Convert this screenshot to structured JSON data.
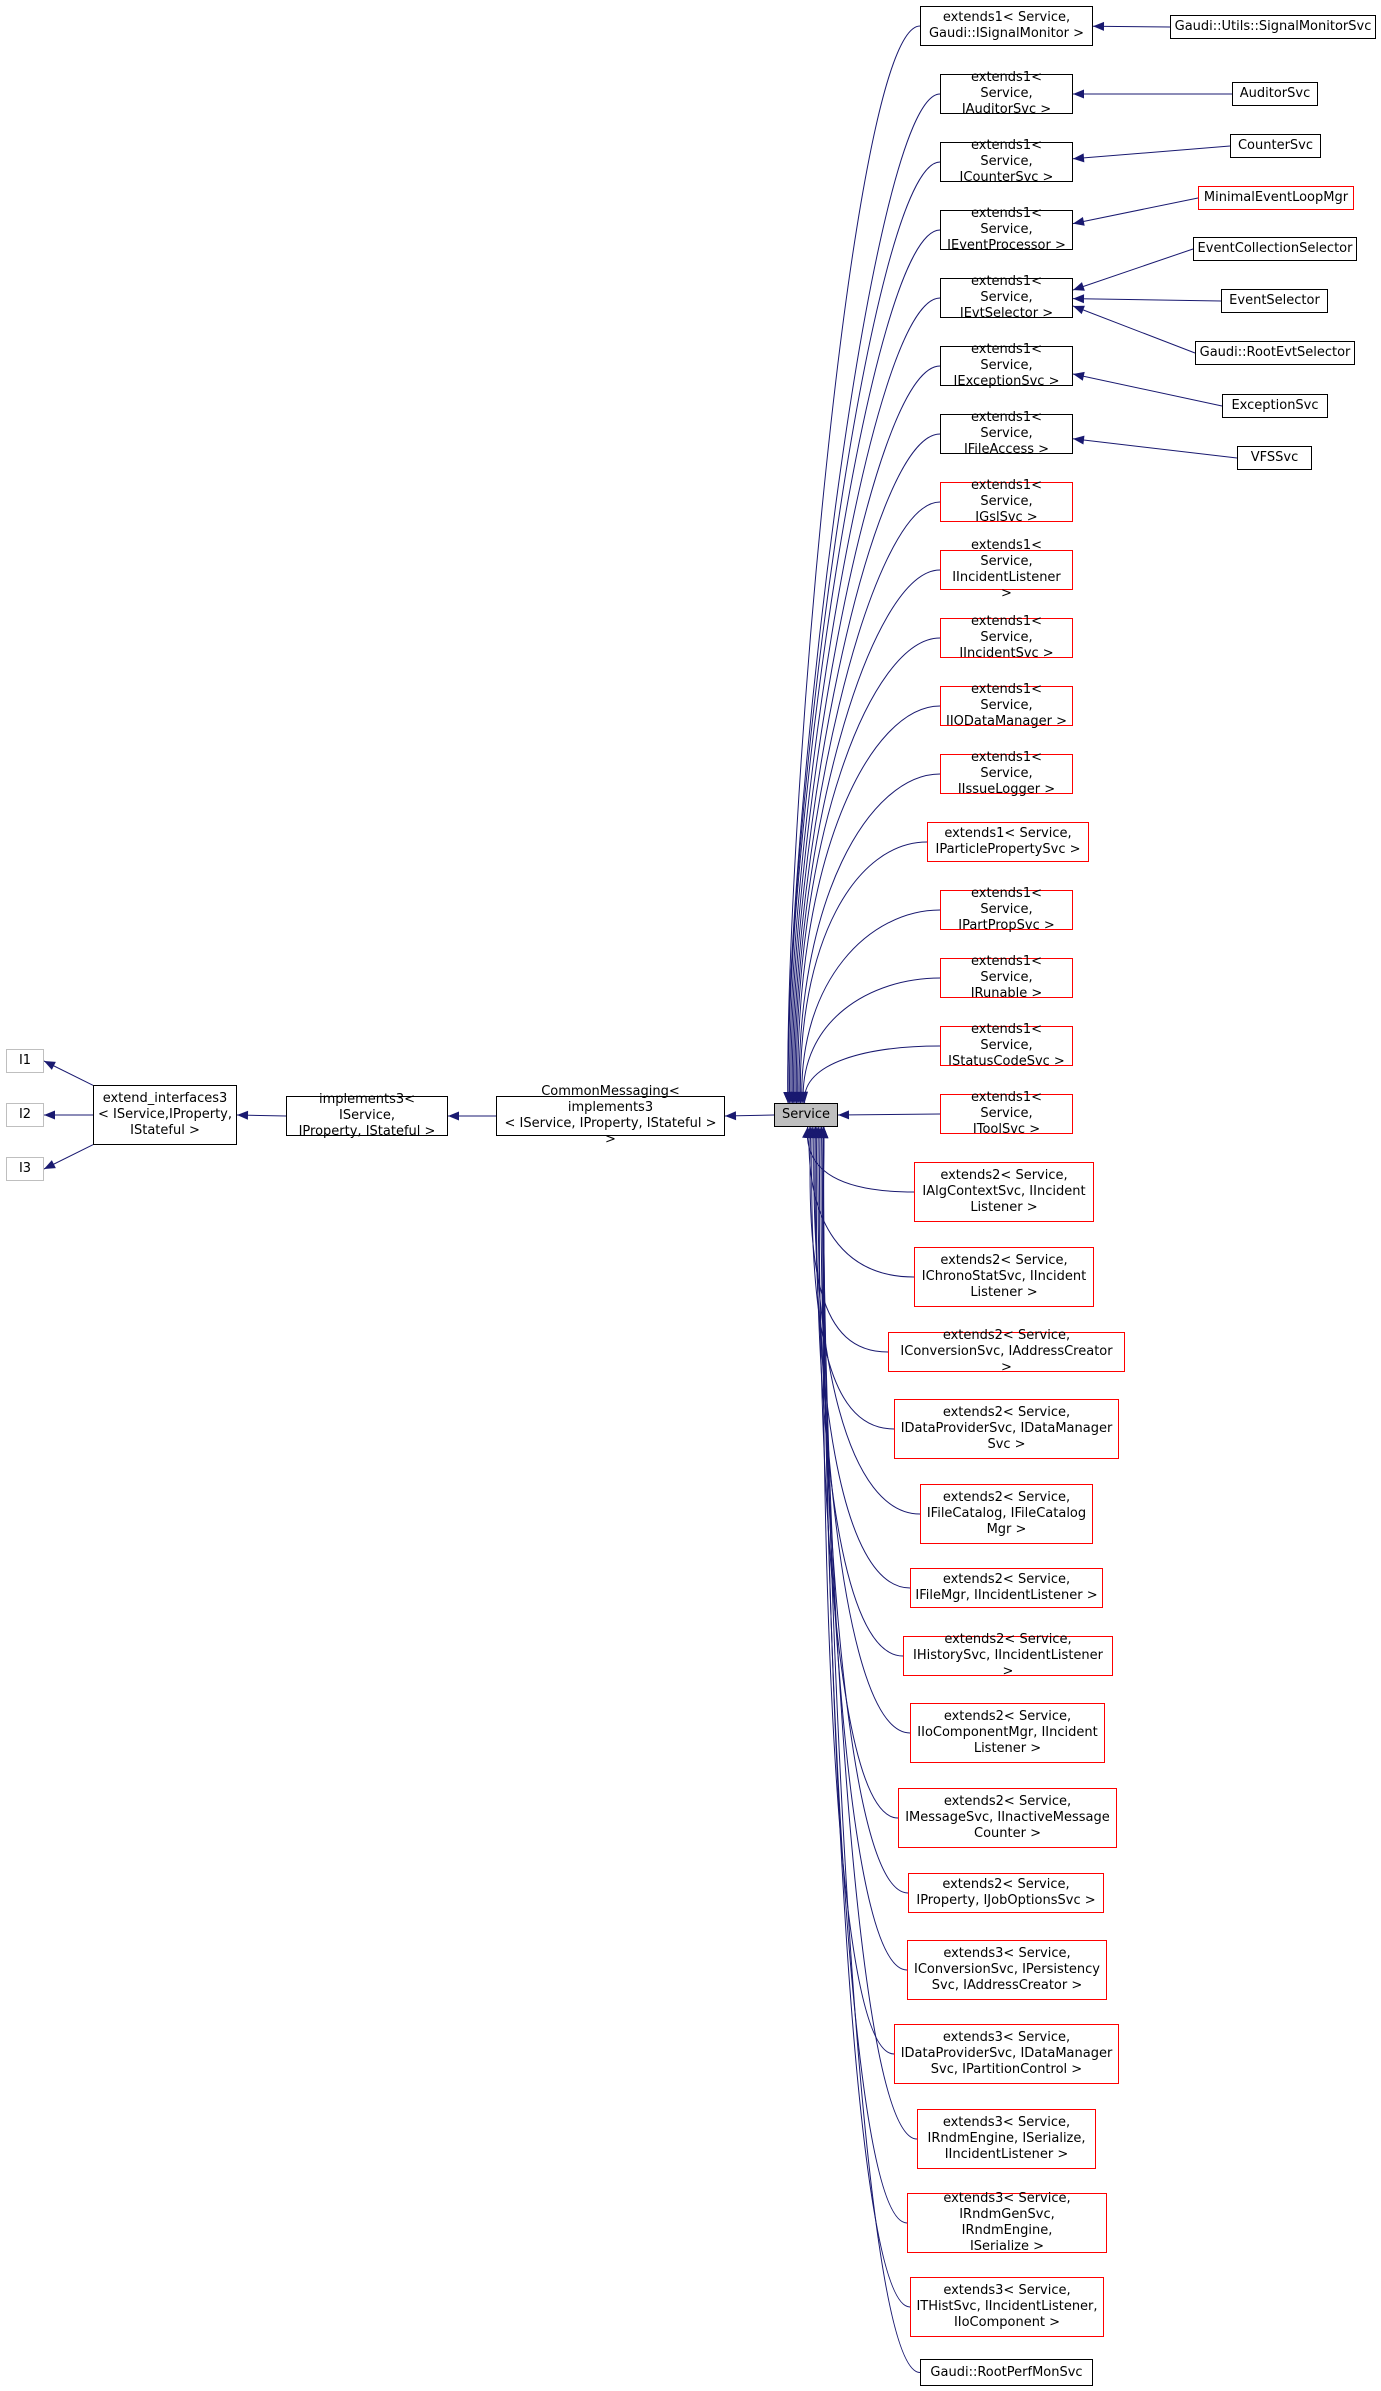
{
  "colors": {
    "edge": "#191970",
    "arrow": "#191970",
    "documented_border": "#000000",
    "undocumented_border": "#ff0000",
    "external_border": "#bfbfbf",
    "focus_fill": "#bfbfbf"
  },
  "nodes": {
    "i1": "I1",
    "i2": "I2",
    "i3": "I3",
    "extend_interfaces3": "extend_interfaces3\n< IService,IProperty,\nIStateful >",
    "implements3": "implements3< IService,\nIProperty, IStateful >",
    "common_messaging": "CommonMessaging< implements3\n< IService, IProperty, IStateful > >",
    "service": "Service",
    "ext_signal_monitor": "extends1< Service,\nGaudi::ISignalMonitor >",
    "ext_auditor": "extends1< Service,\nIAuditorSvc >",
    "ext_counter": "extends1< Service,\nICounterSvc >",
    "ext_event_processor": "extends1< Service,\nIEventProcessor >",
    "ext_evt_selector": "extends1< Service,\nIEvtSelector >",
    "ext_exception": "extends1< Service,\nIExceptionSvc >",
    "ext_file_access": "extends1< Service,\nIFileAccess >",
    "ext_gsl": "extends1< Service,\nIGslSvc >",
    "ext_incident_listener": "extends1< Service,\nIIncidentListener >",
    "ext_incident_svc": "extends1< Service,\nIIncidentSvc >",
    "ext_io_data_manager": "extends1< Service,\nIIODataManager >",
    "ext_issue_logger": "extends1< Service,\nIIssueLogger >",
    "ext_particle_property": "extends1< Service,\nIParticlePropertySvc >",
    "ext_part_prop": "extends1< Service,\nIPartPropSvc >",
    "ext_runable": "extends1< Service,\nIRunable >",
    "ext_status_code": "extends1< Service,\nIStatusCodeSvc >",
    "ext_tool_svc": "extends1< Service,\nIToolSvc >",
    "ext2_alg_context": "extends2< Service,\nIAlgContextSvc, IIncident\nListener >",
    "ext2_chrono_stat": "extends2< Service,\nIChronoStatSvc, IIncident\nListener >",
    "ext2_conversion": "extends2< Service,\nIConversionSvc, IAddressCreator >",
    "ext2_data_provider": "extends2< Service,\nIDataProviderSvc, IDataManager\nSvc >",
    "ext2_file_catalog": "extends2< Service,\nIFileCatalog, IFileCatalog\nMgr >",
    "ext2_file_mgr": "extends2< Service,\nIFileMgr, IIncidentListener >",
    "ext2_history": "extends2< Service,\nIHistorySvc, IIncidentListener >",
    "ext2_io_component_mgr": "extends2< Service,\nIIoComponentMgr, IIncident\nListener >",
    "ext2_message_svc": "extends2< Service,\nIMessageSvc, IInactiveMessage\nCounter >",
    "ext2_property": "extends2< Service,\nIProperty, IJobOptionsSvc >",
    "ext3_conversion": "extends3< Service,\nIConversionSvc, IPersistency\nSvc, IAddressCreator >",
    "ext3_data_provider": "extends3< Service,\nIDataProviderSvc, IDataManager\nSvc, IPartitionControl >",
    "ext3_rndm_engine": "extends3< Service,\nIRndmEngine, ISerialize,\nIIncidentListener >",
    "ext3_rndm_gen": "extends3< Service,\nIRndmGenSvc, IRndmEngine,\nISerialize >",
    "ext3_thist": "extends3< Service,\nITHistSvc, IIncidentListener,\nIIoComponent >",
    "root_perf_mon": "Gaudi::RootPerfMonSvc",
    "signal_monitor_svc": "Gaudi::Utils::SignalMonitorSvc",
    "auditor_svc": "AuditorSvc",
    "counter_svc": "CounterSvc",
    "minimal_event_loop_mgr": "MinimalEventLoopMgr",
    "event_collection_selector": "EventCollectionSelector",
    "event_selector": "EventSelector",
    "root_evt_selector": "Gaudi::RootEvtSelector",
    "exception_svc": "ExceptionSvc",
    "vfs_svc": "VFSSvc"
  }
}
